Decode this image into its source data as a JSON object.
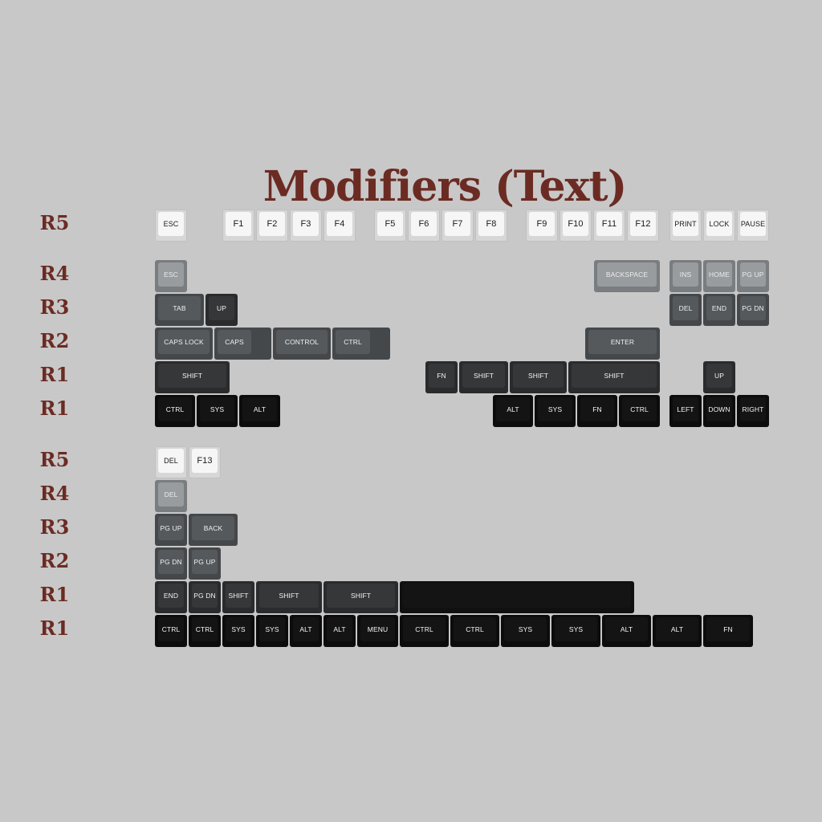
{
  "title": "Modifiers (Text)",
  "colors": {
    "background": "#c8c8c8",
    "title": "#6b2b23",
    "white_cap": "#f6f6f6",
    "light_gray_cap": "#999c9f",
    "mid_gray_cap": "#55595c",
    "dark_gray_cap": "#363739",
    "black_cap": "#141414"
  },
  "row_labels": [
    "R5",
    "R4",
    "R3",
    "R2",
    "R1",
    "R1",
    "R5",
    "R4",
    "R3",
    "R2",
    "R1",
    "R1"
  ],
  "keys": {
    "r5": [
      "ESC",
      "F1",
      "F2",
      "F3",
      "F4",
      "F5",
      "F6",
      "F7",
      "F8",
      "F9",
      "F10",
      "F11",
      "F12",
      "PRINT",
      "LOCK",
      "PAUSE"
    ],
    "r4": [
      "ESC",
      "BACKSPACE",
      "INS",
      "HOME",
      "PG UP"
    ],
    "r3": [
      "TAB",
      "UP",
      "DEL",
      "END",
      "PG DN"
    ],
    "r2": [
      "CAPS LOCK",
      "CAPS",
      "CONTROL",
      "CTRL",
      "ENTER"
    ],
    "r1a": [
      "SHIFT",
      "FN",
      "SHIFT",
      "SHIFT",
      "SHIFT",
      "UP"
    ],
    "r1b": [
      "CTRL",
      "SYS",
      "ALT",
      "ALT",
      "SYS",
      "FN",
      "CTRL",
      "LEFT",
      "DOWN",
      "RIGHT"
    ],
    "b_r5": [
      "DEL",
      "F13"
    ],
    "b_r4": [
      "DEL"
    ],
    "b_r3": [
      "PG UP",
      "BACK"
    ],
    "b_r2": [
      "PG DN",
      "PG UP"
    ],
    "b_r1a": [
      "END",
      "PG DN",
      "SHIFT",
      "SHIFT",
      "SHIFT",
      ""
    ],
    "b_r1b": [
      "CTRL",
      "CTRL",
      "SYS",
      "SYS",
      "ALT",
      "ALT",
      "MENU",
      "CTRL",
      "CTRL",
      "SYS",
      "SYS",
      "ALT",
      "ALT",
      "FN"
    ]
  }
}
